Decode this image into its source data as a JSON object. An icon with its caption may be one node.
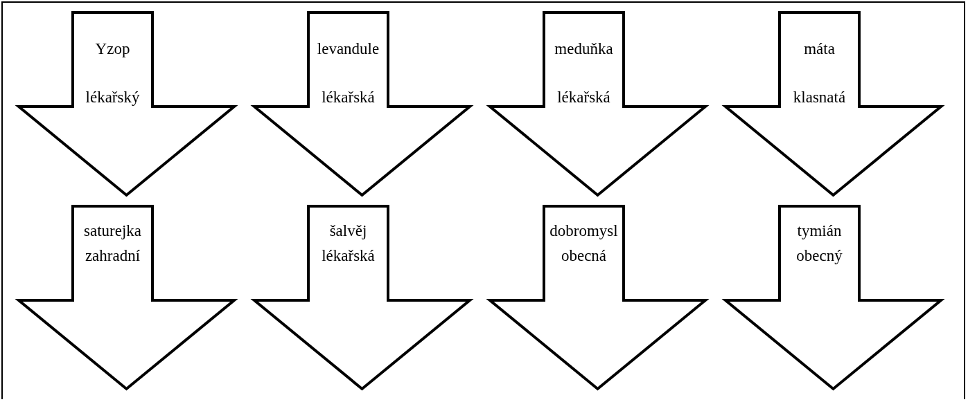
{
  "diagram": {
    "nodes": [
      {
        "text": [
          "Yzop lékařský"
        ]
      },
      {
        "text": [
          "levandule lékařská"
        ]
      },
      {
        "text": [
          "meduňka lékařská"
        ]
      },
      {
        "text": [
          "máta klasnatá"
        ]
      },
      {
        "text": [
          "saturejka zahradní"
        ]
      },
      {
        "text": [
          "šalvěj lékařská"
        ]
      },
      {
        "text": [
          "dobromysl obecná"
        ]
      },
      {
        "text": [
          "tymián obecný"
        ]
      }
    ]
  }
}
